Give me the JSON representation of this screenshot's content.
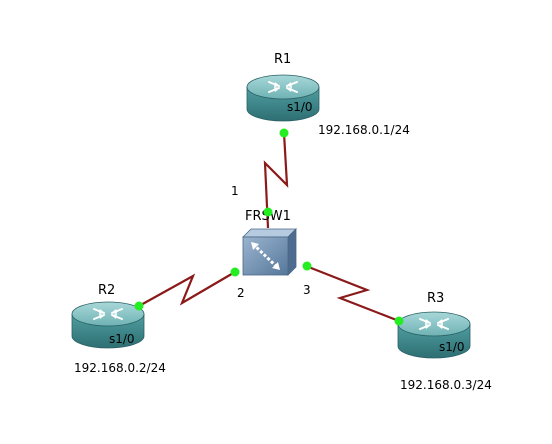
{
  "nodes": {
    "r1": {
      "name": "R1",
      "interface": "s1/0",
      "ip": "192.168.0.1/24"
    },
    "r2": {
      "name": "R2",
      "interface": "s1/0",
      "ip": "192.168.0.2/24"
    },
    "r3": {
      "name": "R3",
      "interface": "s1/0",
      "ip": "192.168.0.3/24"
    },
    "frsw1": {
      "name": "FRSW1",
      "ports": [
        "1",
        "2",
        "3"
      ]
    }
  },
  "colors": {
    "link": "#8b1a1a",
    "port_dot": "#22ee22",
    "router_body": "#3f8f93",
    "router_top": "#8cc9cb",
    "switch_body": "#6f8fb0"
  }
}
